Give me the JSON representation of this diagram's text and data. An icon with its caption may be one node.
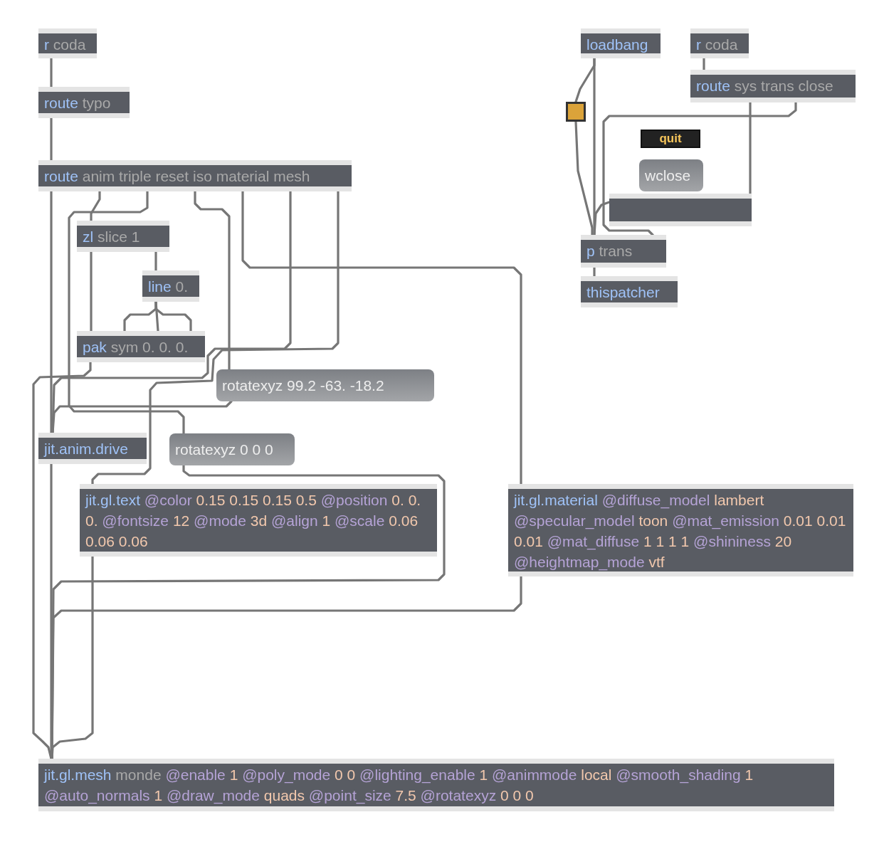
{
  "diagram": {
    "nodes": [
      {
        "text": [
          "r coda"
        ]
      },
      {
        "text": [
          "route typo"
        ]
      },
      {
        "text": [
          "route anim triple reset iso material mesh"
        ]
      },
      {
        "text": [
          "loadbang"
        ]
      },
      {
        "text": [
          "r coda"
        ]
      },
      {
        "text": [
          "route sys trans close"
        ]
      },
      {
        "text": [],
        "shape": "box"
      },
      {
        "text": [
          "quit"
        ]
      },
      {
        "text": [
          "wclose"
        ]
      },
      {
        "text": [],
        "shape": "box"
      },
      {
        "text": [
          "p trans"
        ]
      },
      {
        "text": [
          "thispatcher"
        ]
      },
      {
        "text": [
          "zl slice 1"
        ]
      },
      {
        "text": [
          "line 0."
        ]
      },
      {
        "text": [
          "pak sym 0. 0. 0."
        ]
      },
      {
        "text": [
          "rotatexyz 99.2 -63. -18.2"
        ]
      },
      {
        "text": [
          "jit.anim.drive"
        ]
      },
      {
        "text": [
          "rotatexyz 0 0 0"
        ]
      },
      {
        "text": [
          "jit.gl.text @color 0.15 0.15 0.15 0.5 @position 0. 0. 0. @fontsize 12 @mode 3d @align 1 @scale 0.06 0.06 0.06"
        ]
      },
      {
        "text": [
          "jit.gl.material @diffuse_model lambert @specular_model toon @mat_emission 0.01 0.01 0.01 @mat_diffuse 1 1 1 1 @shininess 20 @heightmap_mode vtf"
        ]
      },
      {
        "text": [
          "jit.gl.mesh monde @enable 1 @poly_mode 0 0 @lighting_enable 1 @animmode local @smooth_shading 1 @auto_normals 1 @draw_mode quads @point_size 7.5 @rotatexyz 0 0 0"
        ]
      }
    ],
    "edges": [
      {
        "from": 0,
        "to": 1,
        "arrow": "none"
      },
      {
        "from": 1,
        "to": 2,
        "arrow": "none"
      },
      {
        "from": 2,
        "to": 16,
        "arrow": "none"
      },
      {
        "from": 2,
        "to": 12,
        "arrow": "none"
      },
      {
        "from": 2,
        "to": 17,
        "arrow": "none"
      },
      {
        "from": 2,
        "to": 15,
        "arrow": "none"
      },
      {
        "from": 2,
        "to": 19,
        "arrow": "none"
      },
      {
        "from": 2,
        "to": 16,
        "arrow": "none"
      },
      {
        "from": 2,
        "to": 18,
        "arrow": "none"
      },
      {
        "from": 15,
        "to": 16,
        "arrow": "none"
      },
      {
        "from": 12,
        "to": 14,
        "arrow": "none"
      },
      {
        "from": 12,
        "to": 13,
        "arrow": "none"
      },
      {
        "from": 13,
        "to": 14,
        "arrow": "none"
      },
      {
        "from": 13,
        "to": 14,
        "arrow": "none"
      },
      {
        "from": 13,
        "to": 14,
        "arrow": "none"
      },
      {
        "from": 14,
        "to": 20,
        "arrow": "none"
      },
      {
        "from": 16,
        "to": 20,
        "arrow": "none"
      },
      {
        "from": 17,
        "to": 20,
        "arrow": "none"
      },
      {
        "from": 18,
        "to": 20,
        "arrow": "none"
      },
      {
        "from": 19,
        "to": 20,
        "arrow": "none"
      },
      {
        "from": 3,
        "to": 6,
        "arrow": "none"
      },
      {
        "from": 6,
        "to": 10,
        "arrow": "none"
      },
      {
        "from": 3,
        "to": 10,
        "arrow": "none"
      },
      {
        "from": 4,
        "to": 5,
        "arrow": "none"
      },
      {
        "from": 5,
        "to": 9,
        "arrow": "none"
      },
      {
        "from": 5,
        "to": 10,
        "arrow": "none"
      },
      {
        "from": 9,
        "to": 10,
        "arrow": "none"
      },
      {
        "from": 10,
        "to": 11,
        "arrow": "none"
      }
    ]
  }
}
